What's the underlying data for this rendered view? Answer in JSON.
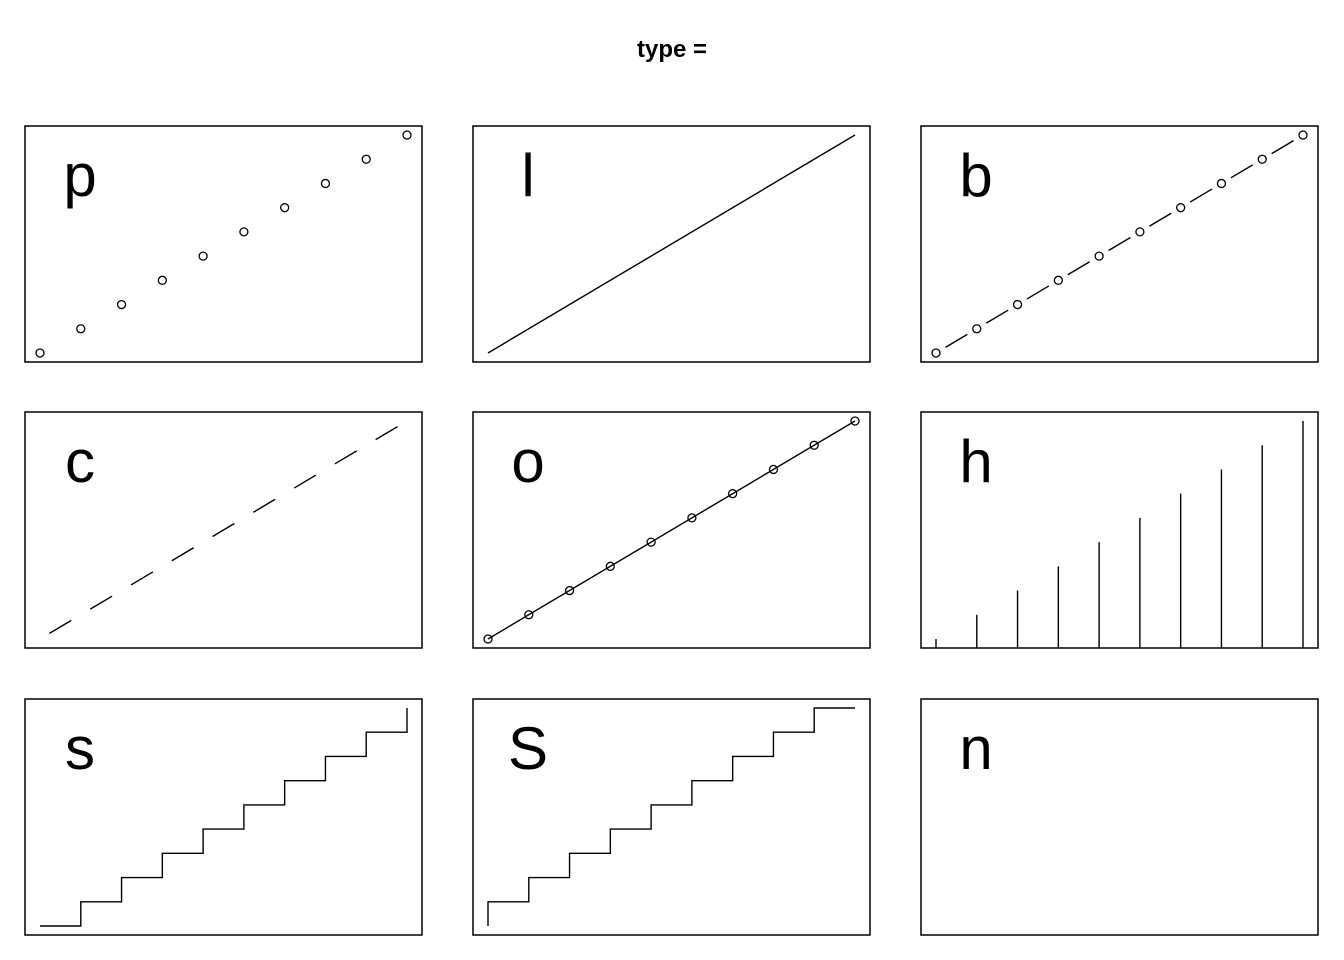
{
  "title": "type =",
  "chart_data": {
    "type": "line",
    "title": "type =",
    "x": [
      1,
      2,
      3,
      4,
      5,
      6,
      7,
      8,
      9,
      10
    ],
    "y": [
      1,
      2,
      3,
      4,
      5,
      6,
      7,
      8,
      9,
      10
    ],
    "xlim": [
      1,
      10
    ],
    "ylim": [
      1,
      10
    ],
    "axes": false,
    "grid": false,
    "panels": [
      {
        "label": "p",
        "plot_type": "p"
      },
      {
        "label": "l",
        "plot_type": "l"
      },
      {
        "label": "b",
        "plot_type": "b"
      },
      {
        "label": "c",
        "plot_type": "c"
      },
      {
        "label": "o",
        "plot_type": "o"
      },
      {
        "label": "h",
        "plot_type": "h"
      },
      {
        "label": "s",
        "plot_type": "s"
      },
      {
        "label": "S",
        "plot_type": "S"
      },
      {
        "label": "n",
        "plot_type": "n"
      }
    ]
  }
}
